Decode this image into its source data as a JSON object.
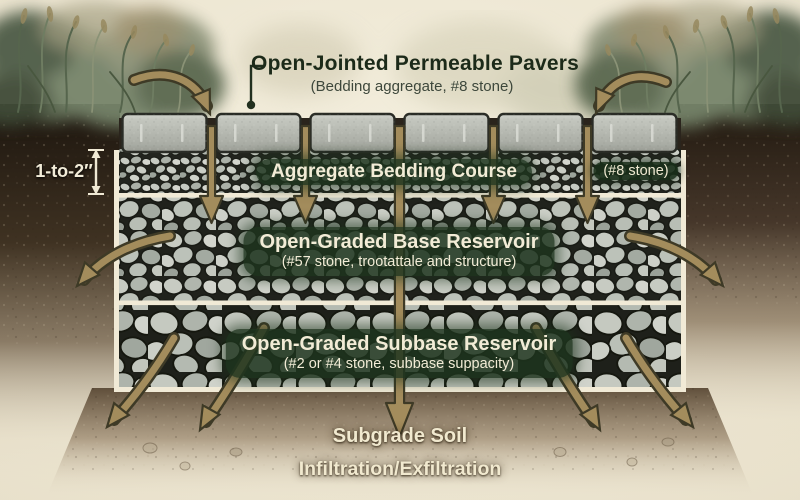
{
  "header": {
    "title": "Open-Jointed Permeable Pavers",
    "subtitle": "(Bedding aggregate, #8 stone)"
  },
  "measurement": {
    "label": "1-to-2″"
  },
  "layers": {
    "bedding": {
      "name": "Aggregate Bedding Course",
      "badge": "(#8 stone)"
    },
    "base": {
      "name": "Open-Graded Base Reservoir",
      "detail": "(#57 stone, trootattale and structure)"
    },
    "subbase": {
      "name": "Open-Graded Subbase Reservoir",
      "detail": "(#2 or #4 stone, subbase suppacity)"
    },
    "subgrade": {
      "name": "Subgrade Soil"
    }
  },
  "caption": {
    "label": "Infiltration/Exfiltration"
  },
  "colors": {
    "background_cream": "#ede6d3",
    "arrow_tan": "#a38c5c",
    "label_green": "#1e3520",
    "title_green": "#1c2a19",
    "stone_gray": "#b9bdb5",
    "soil_brown": "#4a3a29"
  }
}
